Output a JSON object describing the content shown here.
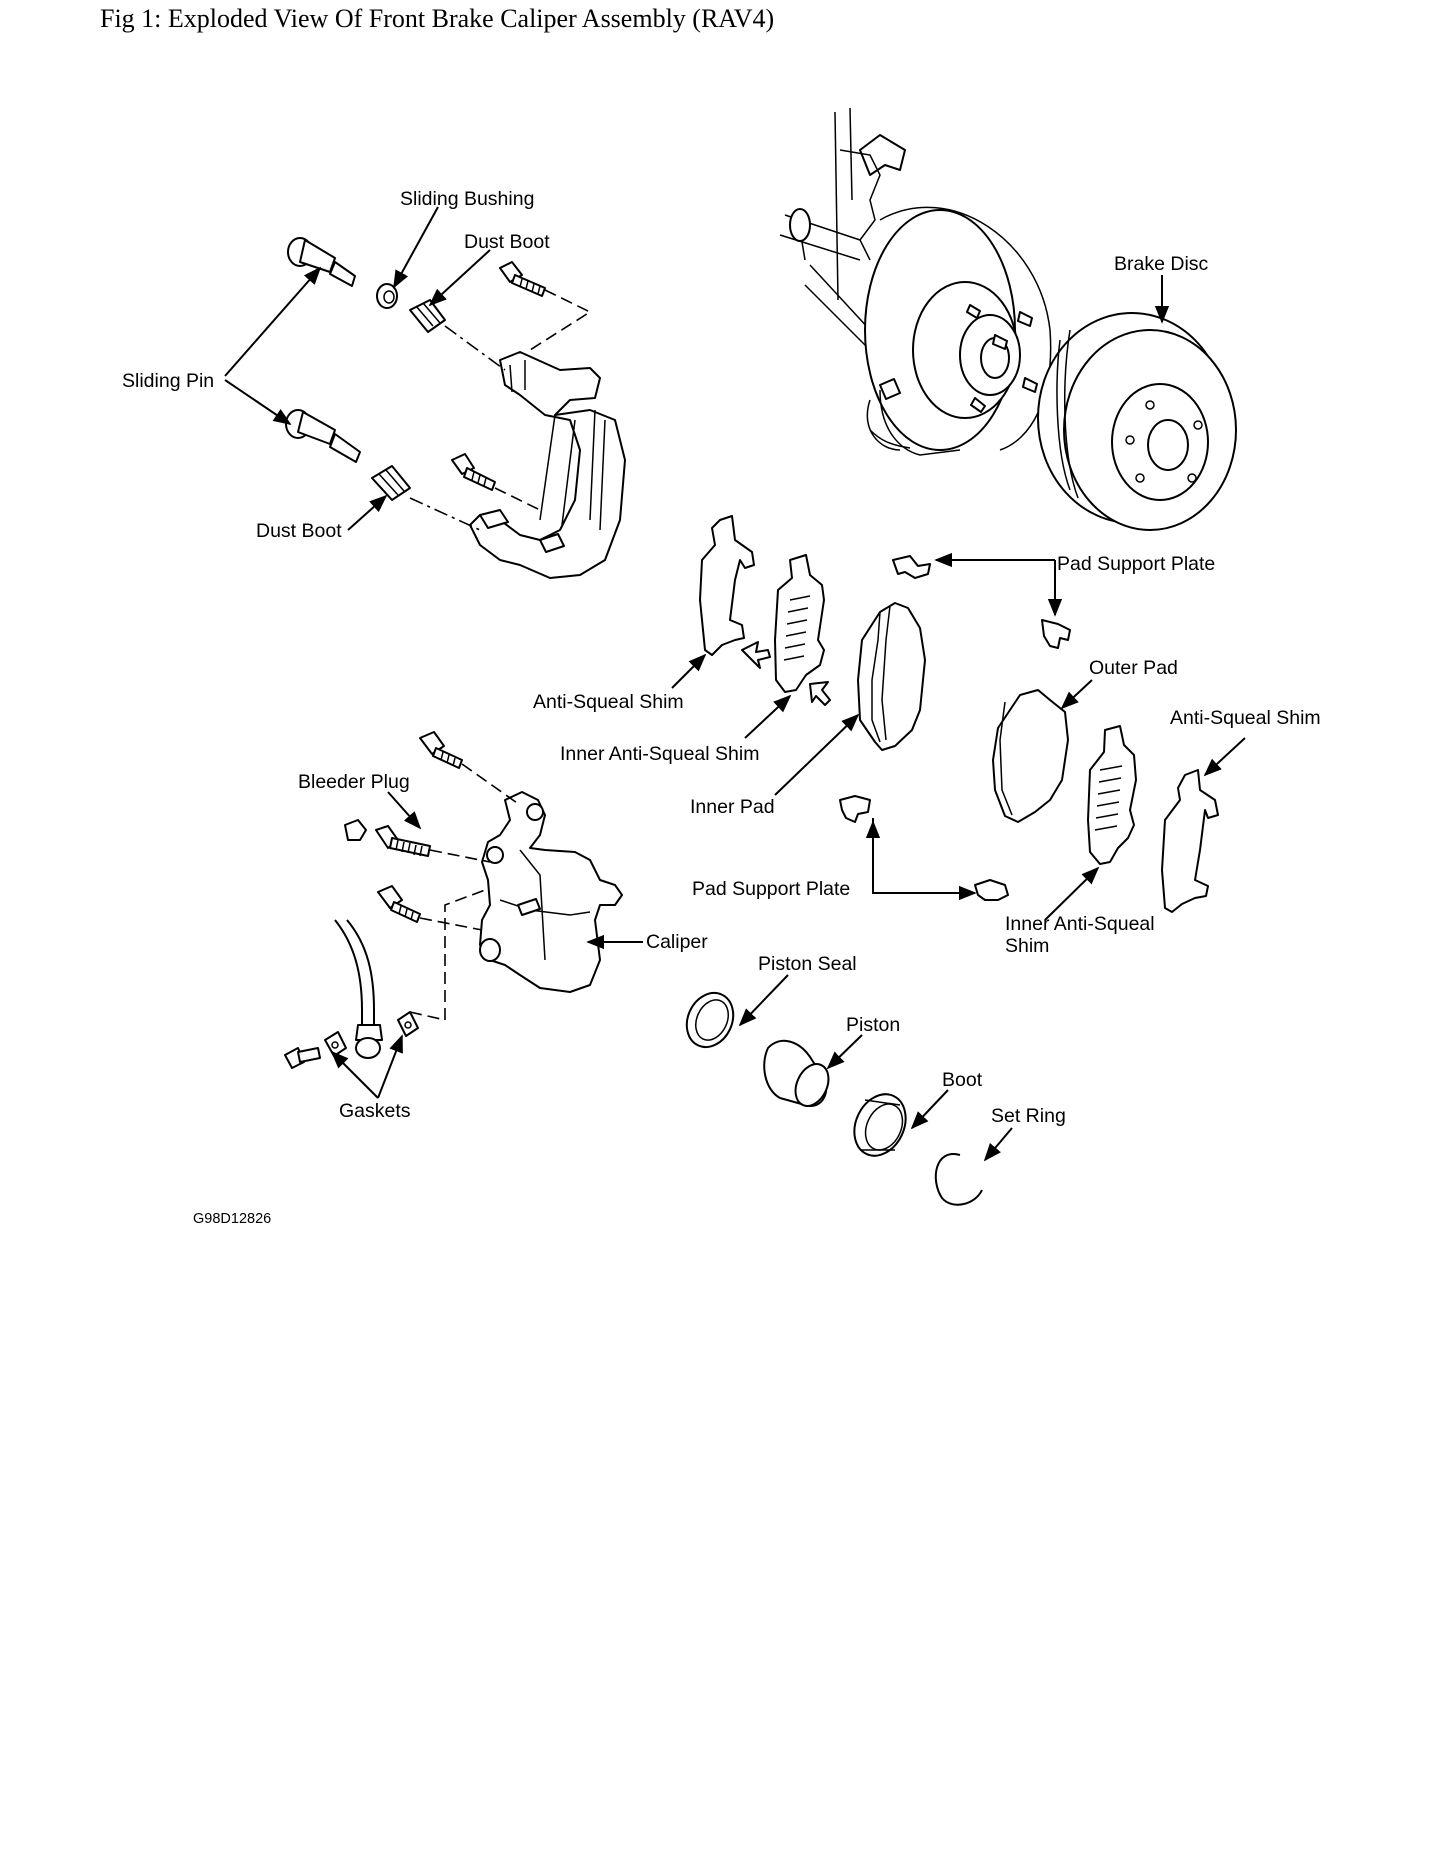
{
  "title": "Fig 1: Exploded View Of Front Brake Caliper Assembly (RAV4)",
  "figure_code": "G98D12826",
  "labels": {
    "sliding_bushing": "Sliding Bushing",
    "dust_boot_top": "Dust Boot",
    "sliding_pin": "Sliding Pin",
    "dust_boot_bottom": "Dust Boot",
    "brake_disc": "Brake Disc",
    "pad_support_plate_top": "Pad Support Plate",
    "outer_pad": "Outer Pad",
    "anti_squeal_shim_left": "Anti-Squeal Shim",
    "inner_anti_squeal_shim_left": "Inner Anti-Squeal Shim",
    "anti_squeal_shim_right": "Anti-Squeal Shim",
    "inner_pad": "Inner Pad",
    "bleeder_plug": "Bleeder Plug",
    "pad_support_plate_bottom": "Pad Support Plate",
    "inner_anti_squeal_shim_right_line1": "Inner Anti-Squeal",
    "inner_anti_squeal_shim_right_line2": "Shim",
    "caliper": "Caliper",
    "piston_seal": "Piston Seal",
    "piston": "Piston",
    "boot": "Boot",
    "set_ring": "Set Ring",
    "gaskets": "Gaskets"
  }
}
